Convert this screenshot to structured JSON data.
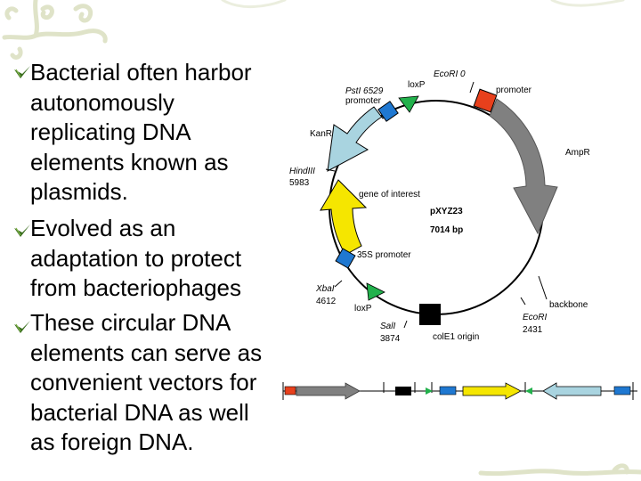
{
  "bullets": [
    {
      "lines": [
        "Bacterial often harbor",
        "autonomously",
        "replicating DNA",
        "elements known as",
        "plasmids."
      ]
    },
    {
      "lines": [
        "Evolved as an",
        "adaptation to protect",
        "from bacteriophages"
      ]
    },
    {
      "lines": [
        "These circular DNA",
        "elements can serve as",
        "convenient vectors for",
        "bacterial DNA as well",
        "as foreign DNA."
      ]
    }
  ],
  "bullet_icon": "checkmark-bullet-icon",
  "plasmid": {
    "name": "pXYZ23",
    "size": "7014 bp",
    "labels": {
      "ecori_top": "EcoRI 0",
      "promoter_top": "promoter",
      "ampr": "AmpR",
      "psti": "PstI 6529",
      "promoter_left": "promoter",
      "loxp_top": "loxP",
      "kanr": "KanR",
      "hindiii": "HindIII",
      "hindiii_pos": "5983",
      "gene_of_interest": "gene of interest",
      "promoter_35s": "35S promoter",
      "xbai": "XbaI",
      "xbai_pos": "4612",
      "loxp_bottom": "loxP",
      "sali": "SalI",
      "sali_pos": "3874",
      "cole1": "colE1 origin",
      "ecori_bottom": "EcoRI",
      "ecori_bottom_pos": "2431",
      "backbone": "backbone"
    }
  },
  "colors": {
    "backbone": "#808080",
    "promoter_red": "#e8401c",
    "promoter_blue": "#1f78d1",
    "loxp_green": "#22b14c",
    "gene_yellow": "#f5e600",
    "kanr_lightblue": "#a9d4e0",
    "origin_black": "#000000",
    "bullet_green": "#3a6e1e",
    "vine": "#d7dcc0"
  }
}
